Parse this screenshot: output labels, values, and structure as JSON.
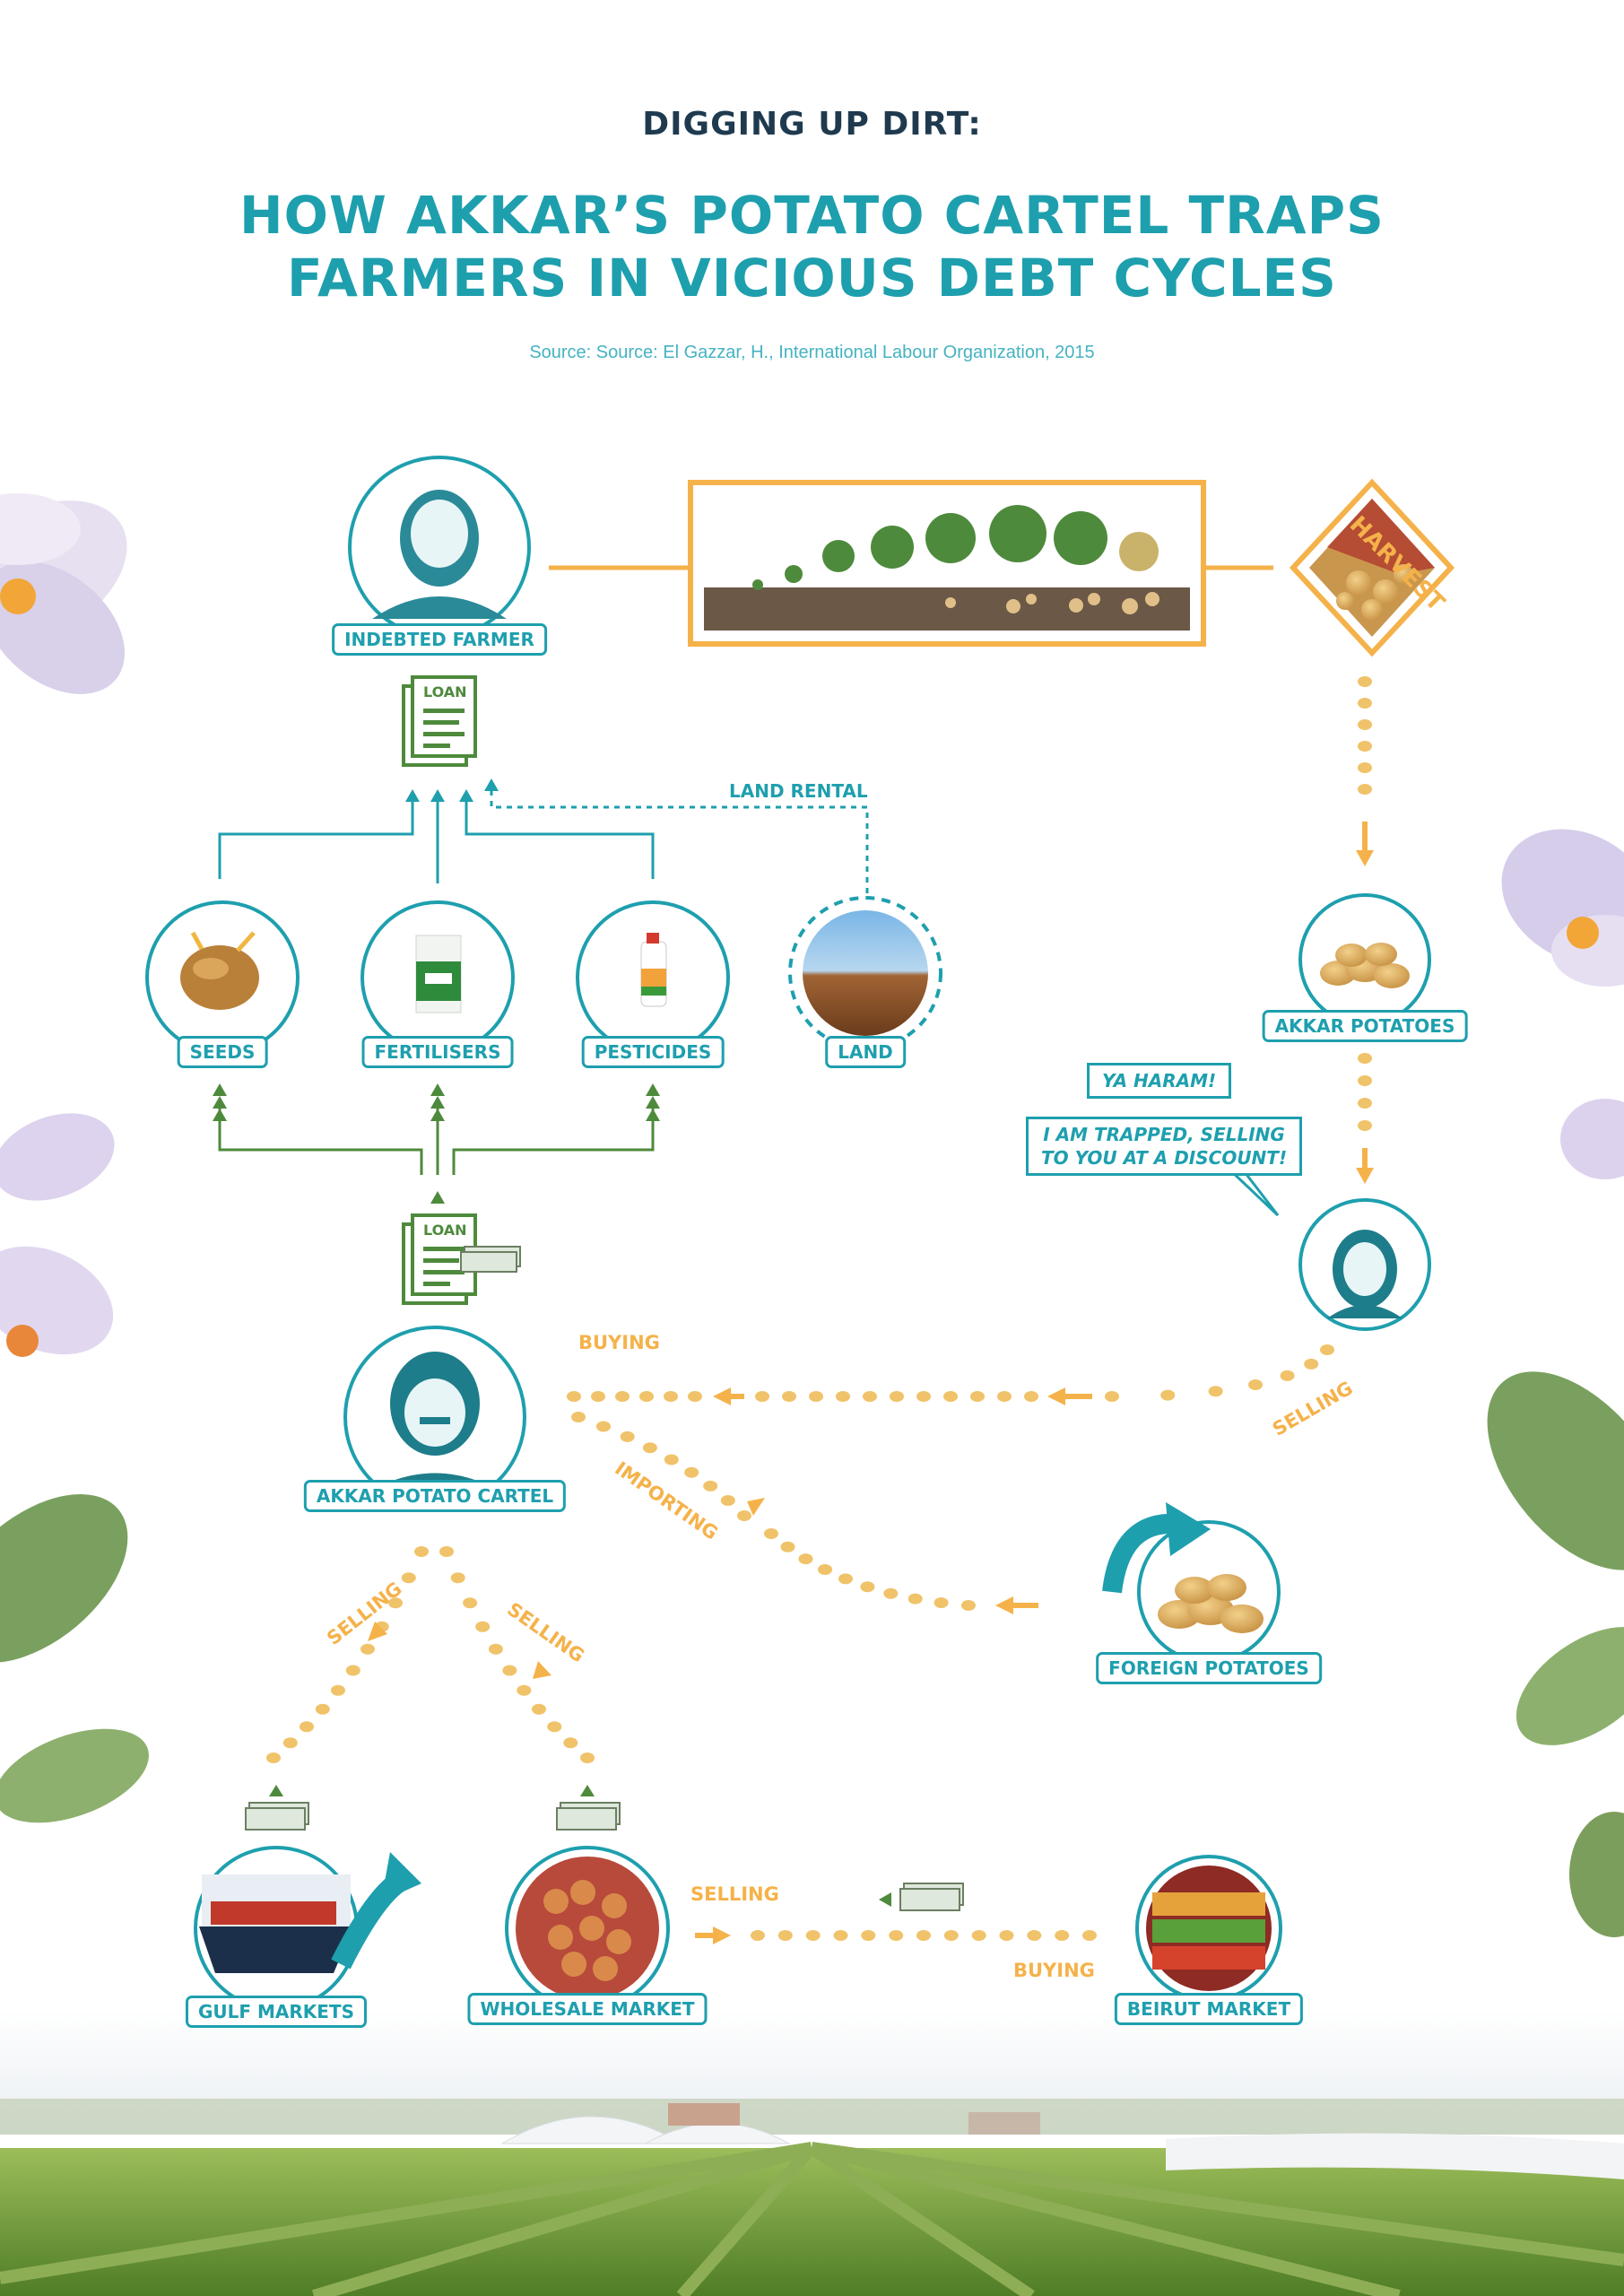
{
  "header": {
    "kicker": "DIGGING UP DIRT:",
    "title_line1": "HOW AKKAR’S POTATO CARTEL TRAPS",
    "title_line2": "FARMERS IN VICIOUS DEBT CYCLES",
    "source": "Source: Source: El Gazzar, H., International Labour Organization, 2015"
  },
  "nodes": {
    "indebted_farmer": "INDEBTED FARMER",
    "seeds": "SEEDS",
    "fertilisers": "FERTILISERS",
    "pesticides": "PESTICIDES",
    "land": "LAND",
    "akkar_potatoes": "AKKAR POTATOES",
    "cartel": "AKKAR POTATO CARTEL",
    "foreign_potatoes": "FOREIGN POTATOES",
    "gulf_markets": "GULF MARKETS",
    "wholesale_market": "WHOLESALE MARKET",
    "beirut_market": "BEIRUT MARKET"
  },
  "icons": {
    "loan_top": "LOAN",
    "loan_bottom": "LOAN"
  },
  "flows": {
    "harvest": "HARVEST",
    "land_rental": "LAND RENTAL",
    "buying_cartel": "BUYING",
    "selling_farmer": "SELLING",
    "importing": "IMPORTING",
    "selling_gulf": "SELLING",
    "selling_wholesale": "SELLING",
    "selling_beirut": "SELLING",
    "buying_beirut": "BUYING"
  },
  "speech": {
    "line_a": "YA HARAM!",
    "line_b1": "I AM TRAPPED, SELLING",
    "line_b2": "TO YOU AT A DISCOUNT!"
  },
  "colors": {
    "teal": "#1e9fae",
    "orange": "#f5b24a",
    "green": "#4e8a3c",
    "navy": "#1f3a4f"
  }
}
